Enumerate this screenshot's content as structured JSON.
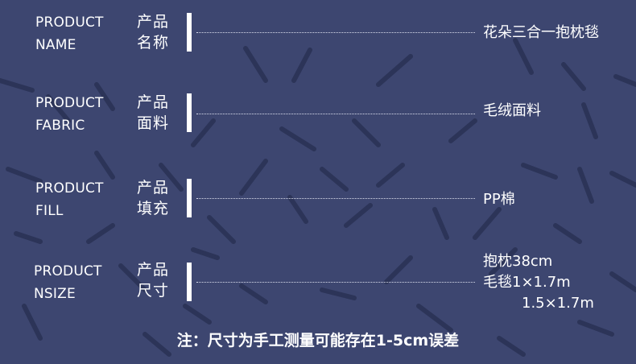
{
  "rows": [
    {
      "en_line1": "PRODUCT",
      "en_line2": "NAME",
      "cn_line1": "产品",
      "cn_line2": "名称",
      "value_lines": [
        "花朵三合一抱枕毯"
      ]
    },
    {
      "en_line1": "PRODUCT",
      "en_line2": "FABRIC",
      "cn_line1": "产品",
      "cn_line2": "面料",
      "value_lines": [
        "毛绒面料"
      ]
    },
    {
      "en_line1": "PRODUCT",
      "en_line2": "FILL",
      "cn_line1": "产品",
      "cn_line2": "填充",
      "value_lines": [
        "PP棉"
      ]
    },
    {
      "en_line1": "PRODUCT",
      "en_line2": "NSIZE",
      "cn_line1": "产品",
      "cn_line2": "尺寸",
      "value_lines": [
        "抱枕38cm",
        "毛毯1×1.7m",
        "1.5×1.7m"
      ]
    }
  ],
  "note": "注：尺寸为手工测量可能存在1-5cm误差",
  "colors": {
    "background": "#3d4670",
    "confetti": "#2c3458",
    "text": "#ffffff"
  }
}
